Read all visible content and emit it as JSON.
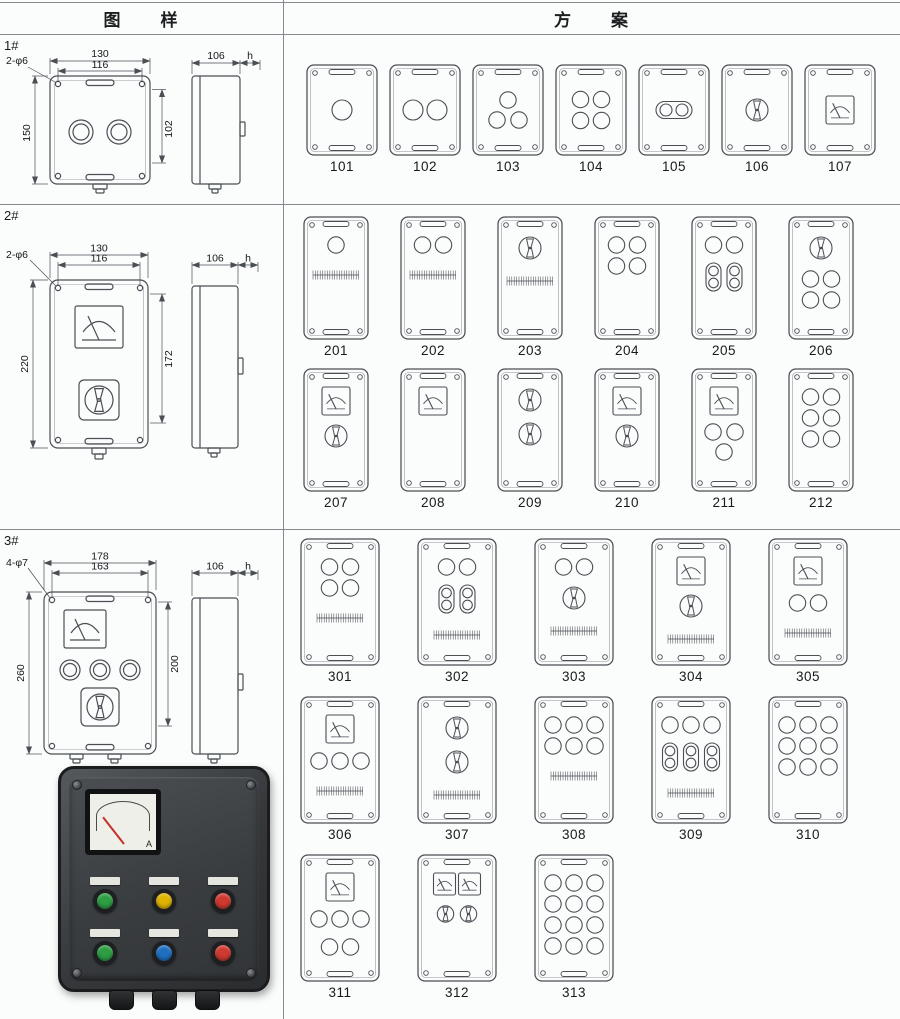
{
  "header": {
    "left": "图　　样",
    "right": "方　　案"
  },
  "photo": {
    "meter_letter": "A",
    "top_button_colors": [
      "#2e9e44",
      "#dfb300",
      "#cf3a30"
    ],
    "bottom_button_colors": [
      "#2e9e44",
      "#1f6fc0",
      "#cf3a30"
    ]
  },
  "sections": [
    {
      "label": "1#",
      "drawing": {
        "width_outer": "130",
        "width_inner": "116",
        "hole_note": "2-φ6",
        "height_outer": "150",
        "height_inner": "102",
        "depth": "106",
        "depth_extra": "h"
      },
      "scheme_rows": [
        [
          {
            "num": "101",
            "parts": [
              [
                "btnbig",
                1
              ]
            ]
          },
          {
            "num": "102",
            "parts": [
              [
                "btnbig",
                2
              ]
            ]
          },
          {
            "num": "103",
            "parts": [
              [
                "tri"
              ]
            ]
          },
          {
            "num": "104",
            "parts": [
              [
                "grid",
                2,
                2
              ]
            ]
          },
          {
            "num": "105",
            "parts": [
              [
                "socket2h"
              ]
            ]
          },
          {
            "num": "106",
            "parts": [
              [
                "rotary"
              ]
            ]
          },
          {
            "num": "107",
            "parts": [
              [
                "meter"
              ]
            ]
          }
        ]
      ]
    },
    {
      "label": "2#",
      "drawing": {
        "width_outer": "130",
        "width_inner": "116",
        "hole_note": "2-φ6",
        "height_outer": "220",
        "height_inner": "172",
        "depth": "106",
        "depth_extra": "h"
      },
      "scheme_rows": [
        [
          {
            "num": "201",
            "parts": [
              [
                "btn",
                1
              ],
              [
                "terminals"
              ]
            ]
          },
          {
            "num": "202",
            "parts": [
              [
                "btn",
                2
              ],
              [
                "terminals"
              ]
            ]
          },
          {
            "num": "203",
            "parts": [
              [
                "rotary"
              ],
              [
                "terminals"
              ]
            ]
          },
          {
            "num": "204",
            "parts": [
              [
                "grid",
                2,
                2
              ]
            ]
          },
          {
            "num": "205",
            "parts": [
              [
                "btn",
                2
              ],
              [
                "sockets",
                2
              ]
            ]
          },
          {
            "num": "206",
            "parts": [
              [
                "rotary"
              ],
              [
                "grid",
                2,
                2
              ]
            ]
          }
        ],
        [
          {
            "num": "207",
            "parts": [
              [
                "meter"
              ],
              [
                "rotary"
              ]
            ]
          },
          {
            "num": "208",
            "parts": [
              [
                "meter"
              ]
            ]
          },
          {
            "num": "209",
            "parts": [
              [
                "rotary"
              ],
              [
                "rotary"
              ]
            ]
          },
          {
            "num": "210",
            "parts": [
              [
                "meter"
              ],
              [
                "rotary"
              ]
            ]
          },
          {
            "num": "211",
            "parts": [
              [
                "meter"
              ],
              [
                "tri2"
              ]
            ]
          },
          {
            "num": "212",
            "parts": [
              [
                "grid",
                2,
                3
              ]
            ]
          }
        ]
      ]
    },
    {
      "label": "3#",
      "drawing": {
        "width_outer": "178",
        "width_inner": "163",
        "hole_note": "4-φ7",
        "height_outer": "260",
        "height_inner": "200",
        "depth": "106",
        "depth_extra": "h"
      },
      "scheme_rows": [
        [
          {
            "num": "301",
            "parts": [
              [
                "grid",
                2,
                2
              ],
              [
                "terminals"
              ]
            ]
          },
          {
            "num": "302",
            "parts": [
              [
                "btn",
                2
              ],
              [
                "sockets",
                2
              ],
              [
                "terminals"
              ]
            ]
          },
          {
            "num": "303",
            "parts": [
              [
                "btn",
                2
              ],
              [
                "rotary"
              ],
              [
                "terminals"
              ]
            ]
          },
          {
            "num": "304",
            "parts": [
              [
                "meter"
              ],
              [
                "rotary"
              ],
              [
                "terminals"
              ]
            ]
          },
          {
            "num": "305",
            "parts": [
              [
                "meter"
              ],
              [
                "btn",
                2
              ],
              [
                "terminals"
              ]
            ]
          }
        ],
        [
          {
            "num": "306",
            "parts": [
              [
                "meter"
              ],
              [
                "btn",
                3
              ],
              [
                "terminals"
              ]
            ]
          },
          {
            "num": "307",
            "parts": [
              [
                "rotary"
              ],
              [
                "rotary"
              ],
              [
                "terminals"
              ]
            ]
          },
          {
            "num": "308",
            "parts": [
              [
                "grid",
                3,
                2
              ],
              [
                "terminals"
              ]
            ]
          },
          {
            "num": "309",
            "parts": [
              [
                "btn",
                3
              ],
              [
                "sockets",
                3
              ],
              [
                "terminals"
              ]
            ]
          },
          {
            "num": "310",
            "parts": [
              [
                "grid",
                3,
                3
              ]
            ]
          }
        ],
        [
          {
            "num": "311",
            "parts": [
              [
                "meter"
              ],
              [
                "btn",
                3
              ],
              [
                "btn",
                2
              ]
            ]
          },
          {
            "num": "312",
            "parts": [
              [
                "meter2"
              ],
              [
                "rotary2"
              ]
            ]
          },
          {
            "num": "313",
            "parts": [
              [
                "grid",
                3,
                4
              ]
            ]
          }
        ]
      ]
    }
  ]
}
